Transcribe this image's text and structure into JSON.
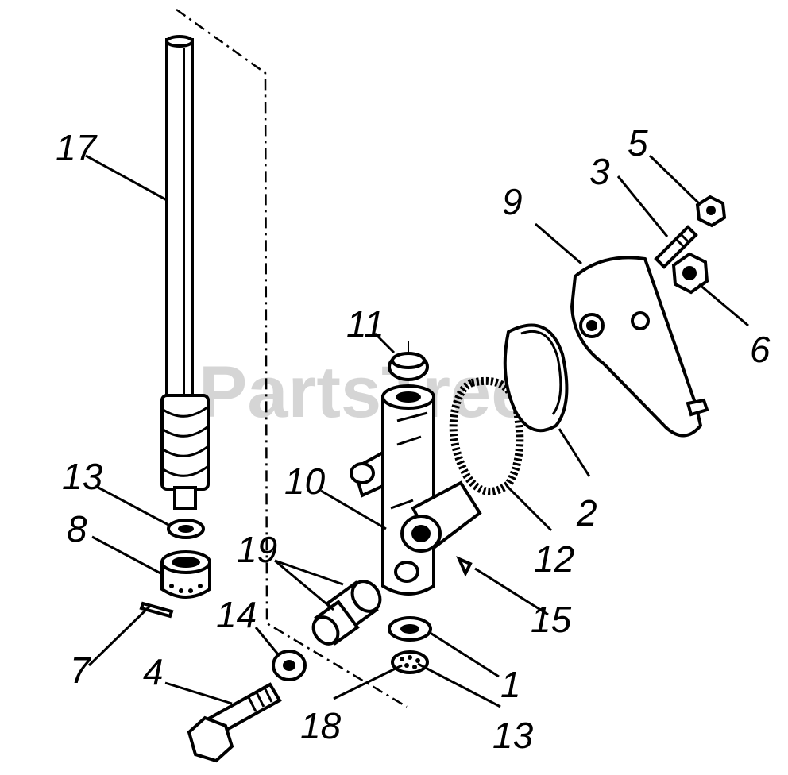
{
  "watermark": "PartsTree",
  "callouts": {
    "c17": "17",
    "c13a": "13",
    "c8": "8",
    "c7": "7",
    "c4": "4",
    "c14": "14",
    "c19": "19",
    "c10": "10",
    "c11": "11",
    "c18": "18",
    "c13b": "13",
    "c1": "1",
    "c15": "15",
    "c12": "12",
    "c2": "2",
    "c9": "9",
    "c3": "3",
    "c5": "5",
    "c6": "6"
  },
  "colors": {
    "ink": "#000000",
    "paper": "#ffffff",
    "watermark": "#c8c8c8"
  }
}
